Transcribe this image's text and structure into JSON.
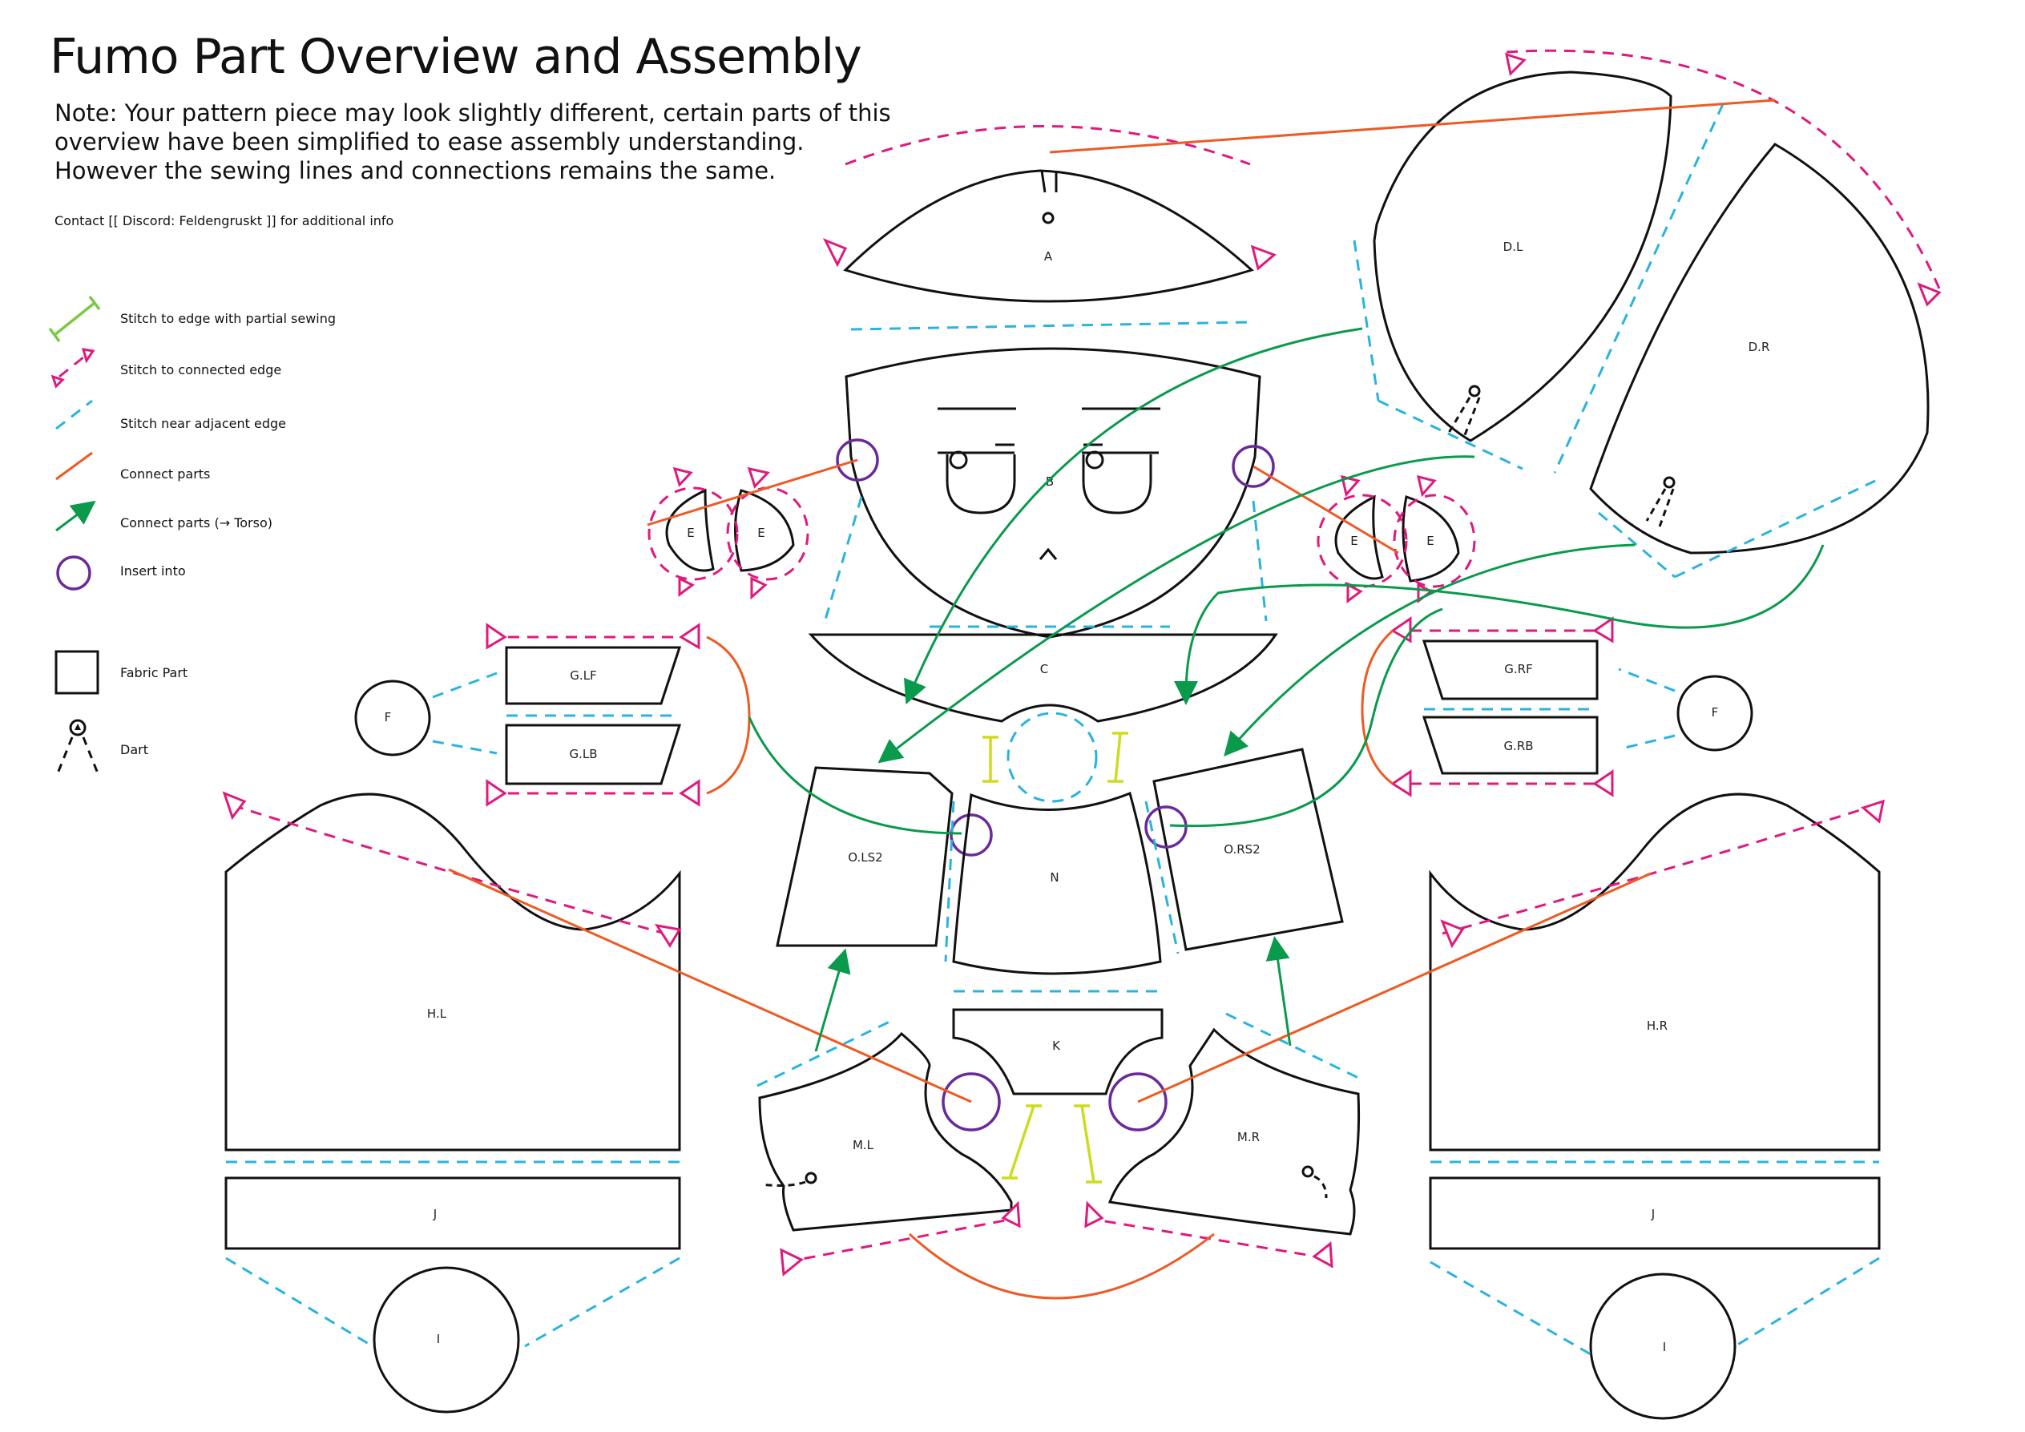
{
  "title": "Fumo Part Overview and Assembly",
  "note": [
    "Note: Your pattern piece may look slightly different, certain parts of this",
    "overview have been simplified to ease assembly understanding.",
    "However the sewing lines and connections remains the same."
  ],
  "contact": "Contact [[ Discord: Feldengruskt ]] for additional info",
  "legend": [
    {
      "icon": "partial-sewing-icon",
      "label": "Stitch to edge with partial sewing"
    },
    {
      "icon": "connected-edge-icon",
      "label": "Stitch to connected edge"
    },
    {
      "icon": "adjacent-edge-icon",
      "label": "Stitch near adjacent edge"
    },
    {
      "icon": "connect-line-icon",
      "label": "Connect parts"
    },
    {
      "icon": "torso-arrow-icon",
      "label": "Connect parts (→ Torso)"
    },
    {
      "icon": "insert-circle-icon",
      "label": "Insert into"
    },
    {
      "icon": "fabric-part-icon",
      "label": "Fabric Part"
    },
    {
      "icon": "dart-icon",
      "label": "Dart"
    }
  ],
  "parts": {
    "A": "A",
    "B": "B",
    "C": "C",
    "DL": "D.L",
    "DR": "D.R",
    "E": "E",
    "F": "F",
    "GLF": "G.LF",
    "GLB": "G.LB",
    "GRF": "G.RF",
    "GRB": "G.RB",
    "HL": "H.L",
    "HR": "H.R",
    "I": "I",
    "J": "J",
    "K": "K",
    "ML": "M.L",
    "MR": "M.R",
    "N": "N",
    "OLS2": "O.LS2",
    "ORS2": "O.RS2"
  },
  "colors": {
    "outline": "#111111",
    "partial": "#cddc1e",
    "connected": "#e0197d",
    "adjacent": "#2ab3e0",
    "connect": "#ee5a24",
    "torso": "#0a9a4c",
    "insert": "#6a2a9a"
  }
}
